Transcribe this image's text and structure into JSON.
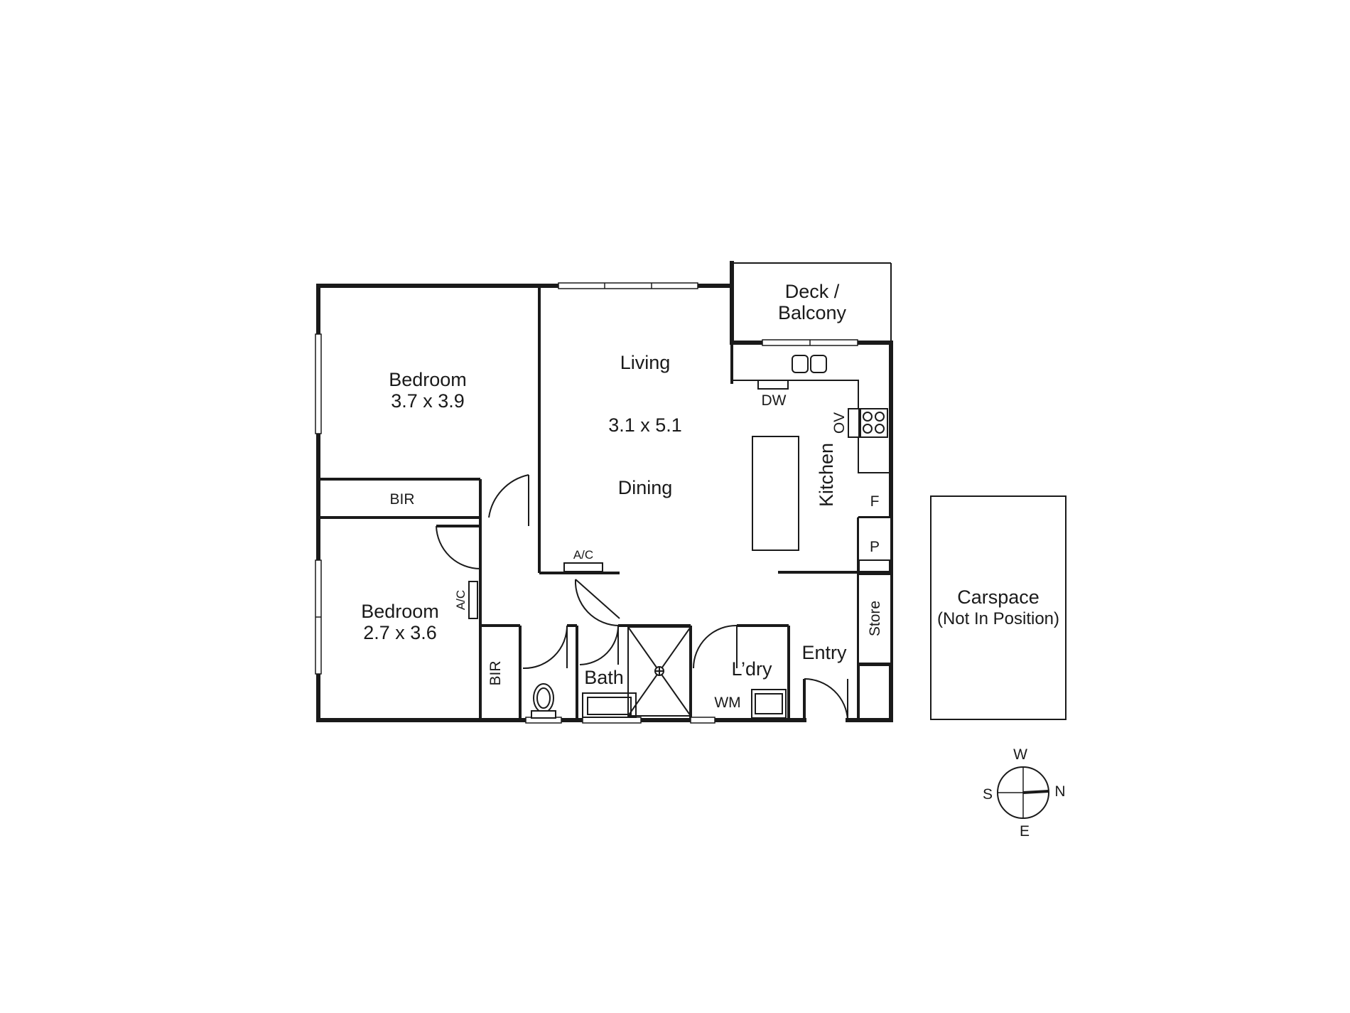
{
  "rooms": {
    "bedroom1": {
      "name": "Bedroom",
      "size": "3.7 x 3.9"
    },
    "bedroom2": {
      "name": "Bedroom",
      "size": "2.7 x 3.6"
    },
    "living": {
      "name": "Living",
      "size": "3.1 x 5.1",
      "name2": "Dining"
    },
    "deck": {
      "line1": "Deck /",
      "line2": "Balcony"
    },
    "kitchen": {
      "name": "Kitchen"
    },
    "bath": {
      "name": "Bath"
    },
    "laundry": {
      "name": "L’dry"
    },
    "entry": {
      "name": "Entry"
    },
    "carspace": {
      "line1": "Carspace",
      "line2": "(Not In Position)"
    }
  },
  "fixtures": {
    "bir1": "BIR",
    "bir2": "BIR",
    "ac_living": "A/C",
    "ac_bedroom": "A/C",
    "dw": "DW",
    "ov": "OV",
    "fridge": "F",
    "pantry": "P",
    "store": "Store",
    "wm": "WM"
  },
  "compass": {
    "north": "N",
    "south": "S",
    "east": "E",
    "west": "W"
  },
  "colors": {
    "wall": "#1a1a1a",
    "background": "#ffffff"
  }
}
